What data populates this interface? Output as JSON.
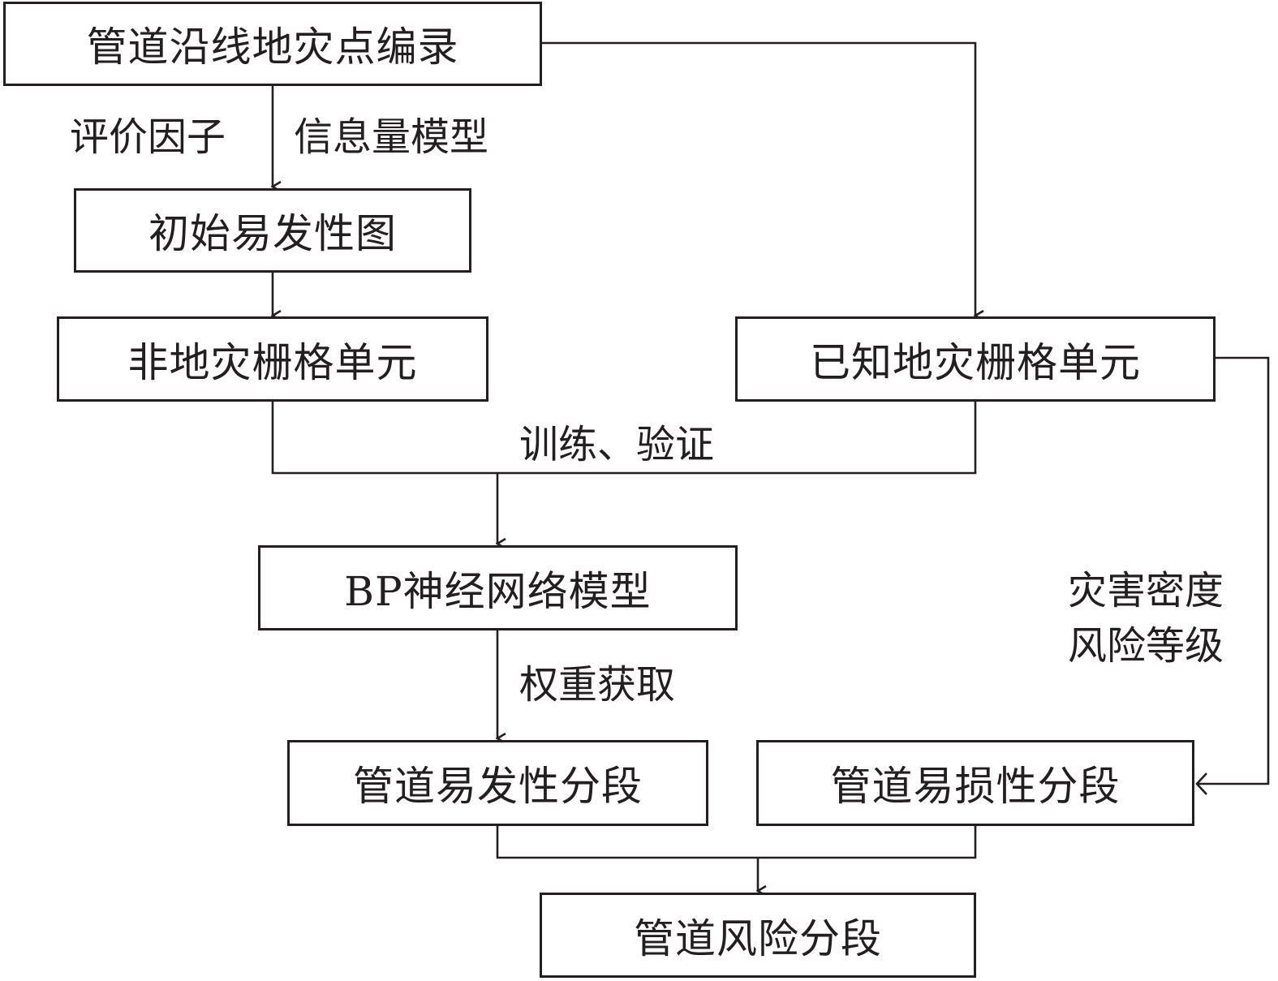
{
  "nodes": {
    "survey": "管道沿线地灾点编录",
    "initial_map": "初始易发性图",
    "non_hazard_cells": "非地灾栅格单元",
    "known_hazard_cells": "已知地灾栅格单元",
    "bp_model": "BP神经网络模型",
    "susceptibility_seg": "管道易发性分段",
    "vulnerability_seg": "管道易损性分段",
    "risk_seg": "管道风险分段"
  },
  "edge_labels": {
    "eval_factor": "评价因子",
    "info_model": "信息量模型",
    "train_verify": "训练、验证",
    "weight": "权重获取",
    "density_line1": "灾害密度",
    "density_line2": "风险等级"
  },
  "colors": {
    "stroke": "#231f20",
    "background": "#ffffff"
  }
}
